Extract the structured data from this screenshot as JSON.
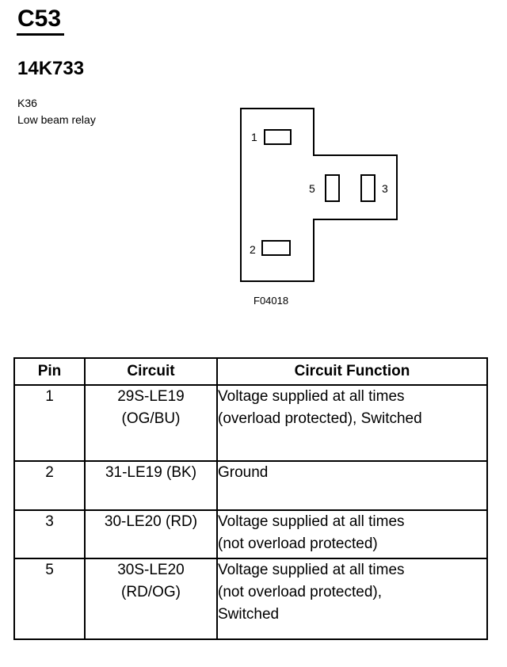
{
  "header": {
    "connector_id": "C53",
    "part_number": "14K733",
    "component_id": "K36",
    "component_description": "Low beam relay"
  },
  "diagram": {
    "pin_labels": {
      "pin1": "1",
      "pin2": "2",
      "pin3": "3",
      "pin5": "5"
    },
    "figure_code": "F04018"
  },
  "table": {
    "headers": {
      "pin": "Pin",
      "circuit": "Circuit",
      "function": "Circuit Function"
    },
    "rows": [
      {
        "pin": "1",
        "circuit_lines": [
          "29S-LE19",
          "(OG/BU)"
        ],
        "function_lines": [
          "Voltage supplied at all times",
          "(overload protected), Switched"
        ]
      },
      {
        "pin": "2",
        "circuit_lines": [
          "31-LE19 (BK)"
        ],
        "function_lines": [
          "Ground"
        ]
      },
      {
        "pin": "3",
        "circuit_lines": [
          "30-LE20 (RD)"
        ],
        "function_lines": [
          "Voltage supplied at all times",
          "(not overload protected)"
        ]
      },
      {
        "pin": "5",
        "circuit_lines": [
          "30S-LE20",
          "(RD/OG)"
        ],
        "function_lines": [
          "Voltage supplied at all times",
          "(not overload protected),",
          "Switched"
        ]
      }
    ]
  }
}
